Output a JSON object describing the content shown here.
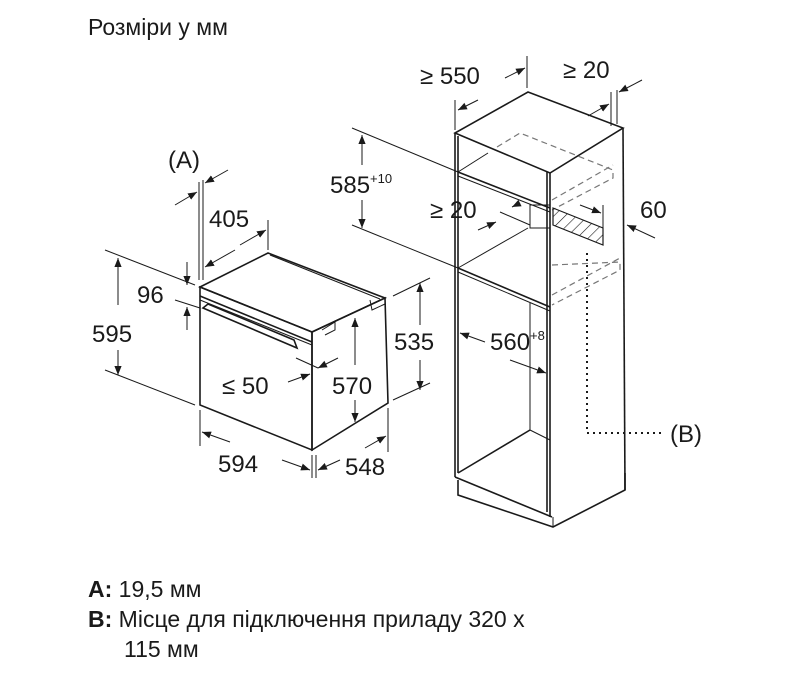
{
  "title": "Розміри у мм",
  "dimensions": {
    "A_marker": "(A)",
    "B_marker": "(B)",
    "d405": "405",
    "d96": "96",
    "d595": "595",
    "d594": "594",
    "d548": "548",
    "d570": "570",
    "d535": "535",
    "d50": "≤ 50",
    "d585": "585",
    "d585_tol": "+10",
    "d550": "≥ 550",
    "d20_top": "≥ 20",
    "d20_mid": "≥ 20",
    "d60": "60",
    "d560": "560",
    "d560_tol": "+8"
  },
  "legend": [
    {
      "key": "A:",
      "text": "19,5 мм"
    },
    {
      "key": "B:",
      "text": "Місце для підключення приладу 320 x",
      "text2": "115 мм"
    }
  ]
}
